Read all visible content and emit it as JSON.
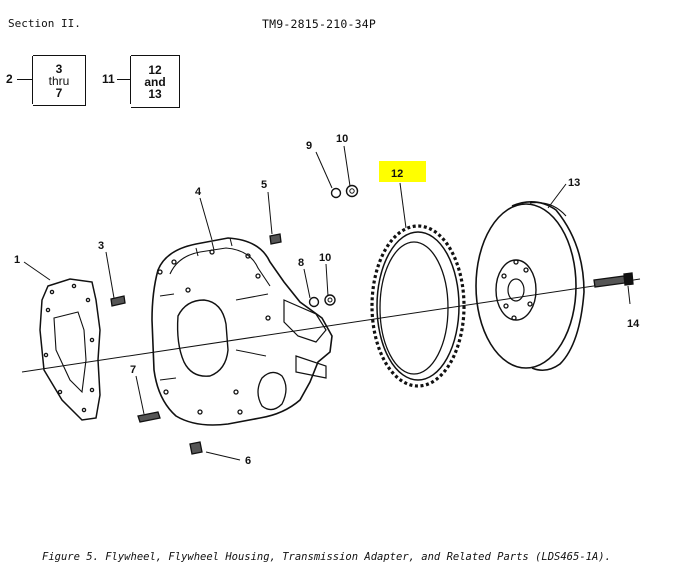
{
  "header": {
    "section": "Section  II.",
    "doc_number": "TM9-2815-210-34P"
  },
  "index_boxes": [
    {
      "ref": "2",
      "lines": [
        "3",
        "thru",
        "7"
      ]
    },
    {
      "ref": "11",
      "lines": [
        "12",
        "and",
        "13"
      ]
    }
  ],
  "callouts": [
    "1",
    "3",
    "4",
    "5",
    "6",
    "7",
    "8",
    "9",
    "10",
    "10",
    "12",
    "13",
    "14"
  ],
  "highlight_color": "#ffff00",
  "caption": "Figure 5. Flywheel, Flywheel Housing, Transmission Adapter, and Related Parts (LDS465-1A)."
}
